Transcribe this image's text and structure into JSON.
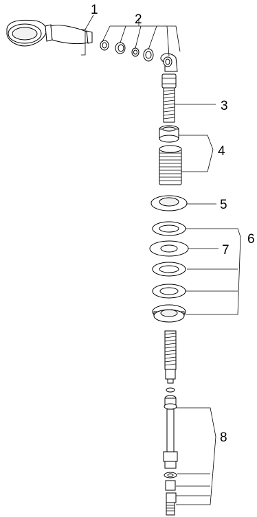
{
  "diagram": {
    "callouts": [
      {
        "id": "c1",
        "label": "1"
      },
      {
        "id": "c2",
        "label": "2"
      },
      {
        "id": "c3",
        "label": "3"
      },
      {
        "id": "c4",
        "label": "4"
      },
      {
        "id": "c5",
        "label": "5"
      },
      {
        "id": "c6",
        "label": "6"
      },
      {
        "id": "c7",
        "label": "7"
      },
      {
        "id": "c8",
        "label": "8"
      }
    ]
  }
}
